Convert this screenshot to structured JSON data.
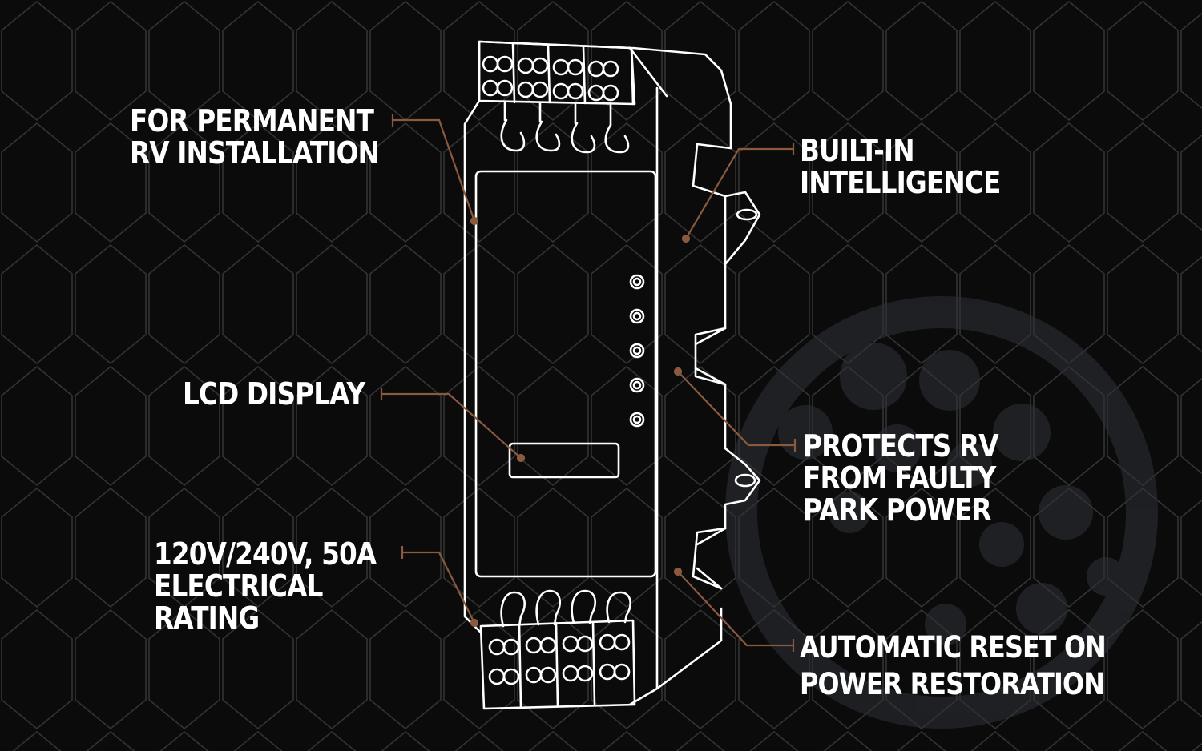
{
  "colors": {
    "background": "#0b0b0b",
    "hex_pattern": "#3a3a3a",
    "outline": "#ffffff",
    "leader_line": "#8a5a3e",
    "watermark": "#2e3238"
  },
  "icons": {
    "device": "rv-surge-protector-outline",
    "watermark": "brand-logo-watermark"
  },
  "callouts": {
    "permanent_install": {
      "lines": [
        "FOR PERMANENT",
        "RV INSTALLATION"
      ]
    },
    "lcd_display": {
      "lines": [
        "LCD DISPLAY"
      ]
    },
    "electrical_rating": {
      "lines": [
        "120V/240V, 50A",
        "ELECTRICAL",
        "RATING"
      ]
    },
    "built_in_intelligence": {
      "lines": [
        "BUILT-IN",
        "INTELLIGENCE"
      ]
    },
    "protects_rv": {
      "lines": [
        "PROTECTS RV",
        "FROM FAULTY",
        "PARK POWER"
      ]
    },
    "automatic_reset": {
      "lines": [
        "AUTOMATIC RESET ON",
        "POWER RESTORATION"
      ]
    }
  }
}
